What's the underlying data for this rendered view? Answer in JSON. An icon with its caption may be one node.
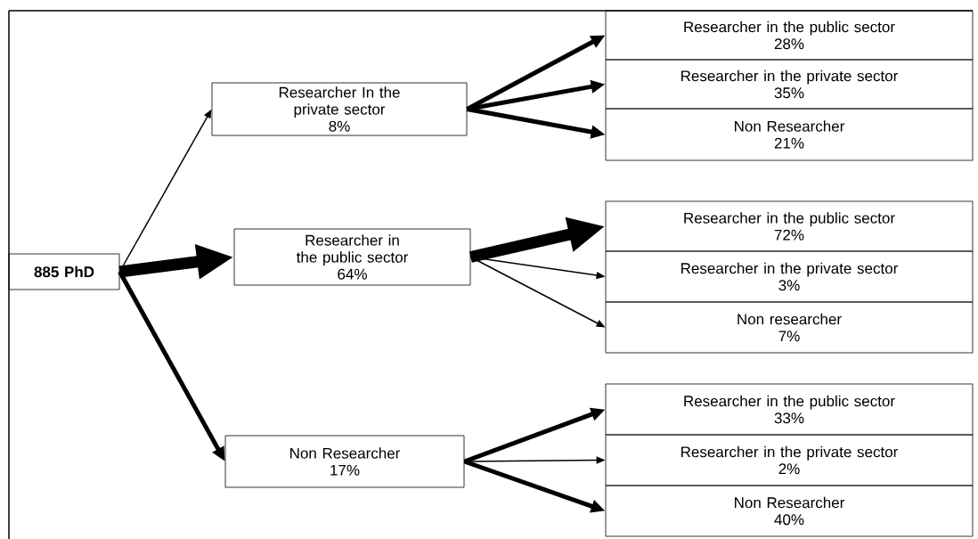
{
  "diagram": {
    "nodes": [
      {
        "text": [
          "885 PhD"
        ]
      },
      {
        "text": [
          "Researcher In the private sector",
          "8%"
        ]
      },
      {
        "text": [
          "Researcher in the public sector",
          "64%"
        ]
      },
      {
        "text": [
          "Non Researcher",
          "17%"
        ]
      },
      {
        "text": [
          "Researcher in the public sector",
          "28%"
        ]
      },
      {
        "text": [
          "Researcher in the private sector",
          "35%"
        ]
      },
      {
        "text": [
          "Non Researcher",
          "21%"
        ]
      },
      {
        "text": [
          "Researcher in the public sector",
          "72%"
        ]
      },
      {
        "text": [
          "Researcher in the private sector",
          "3%"
        ]
      },
      {
        "text": [
          "Non researcher",
          "7%"
        ]
      },
      {
        "text": [
          "Researcher in the public sector",
          "33%"
        ]
      },
      {
        "text": [
          "Researcher in the private sector",
          "2%"
        ]
      },
      {
        "text": [
          "Non Researcher",
          "40%"
        ]
      }
    ],
    "edges": [
      {
        "from": 0,
        "to": 1,
        "arrow": "to"
      },
      {
        "from": 0,
        "to": 2,
        "arrow": "to",
        "style": "thick"
      },
      {
        "from": 0,
        "to": 3,
        "arrow": "to"
      },
      {
        "from": 1,
        "to": 4,
        "arrow": "to"
      },
      {
        "from": 1,
        "to": 5,
        "arrow": "to"
      },
      {
        "from": 1,
        "to": 6,
        "arrow": "to"
      },
      {
        "from": 2,
        "to": 7,
        "arrow": "to",
        "style": "thick"
      },
      {
        "from": 2,
        "to": 8,
        "arrow": "to"
      },
      {
        "from": 2,
        "to": 9,
        "arrow": "to"
      },
      {
        "from": 3,
        "to": 10,
        "arrow": "to"
      },
      {
        "from": 3,
        "to": 11,
        "arrow": "to"
      },
      {
        "from": 3,
        "to": 12,
        "arrow": "to"
      }
    ]
  }
}
